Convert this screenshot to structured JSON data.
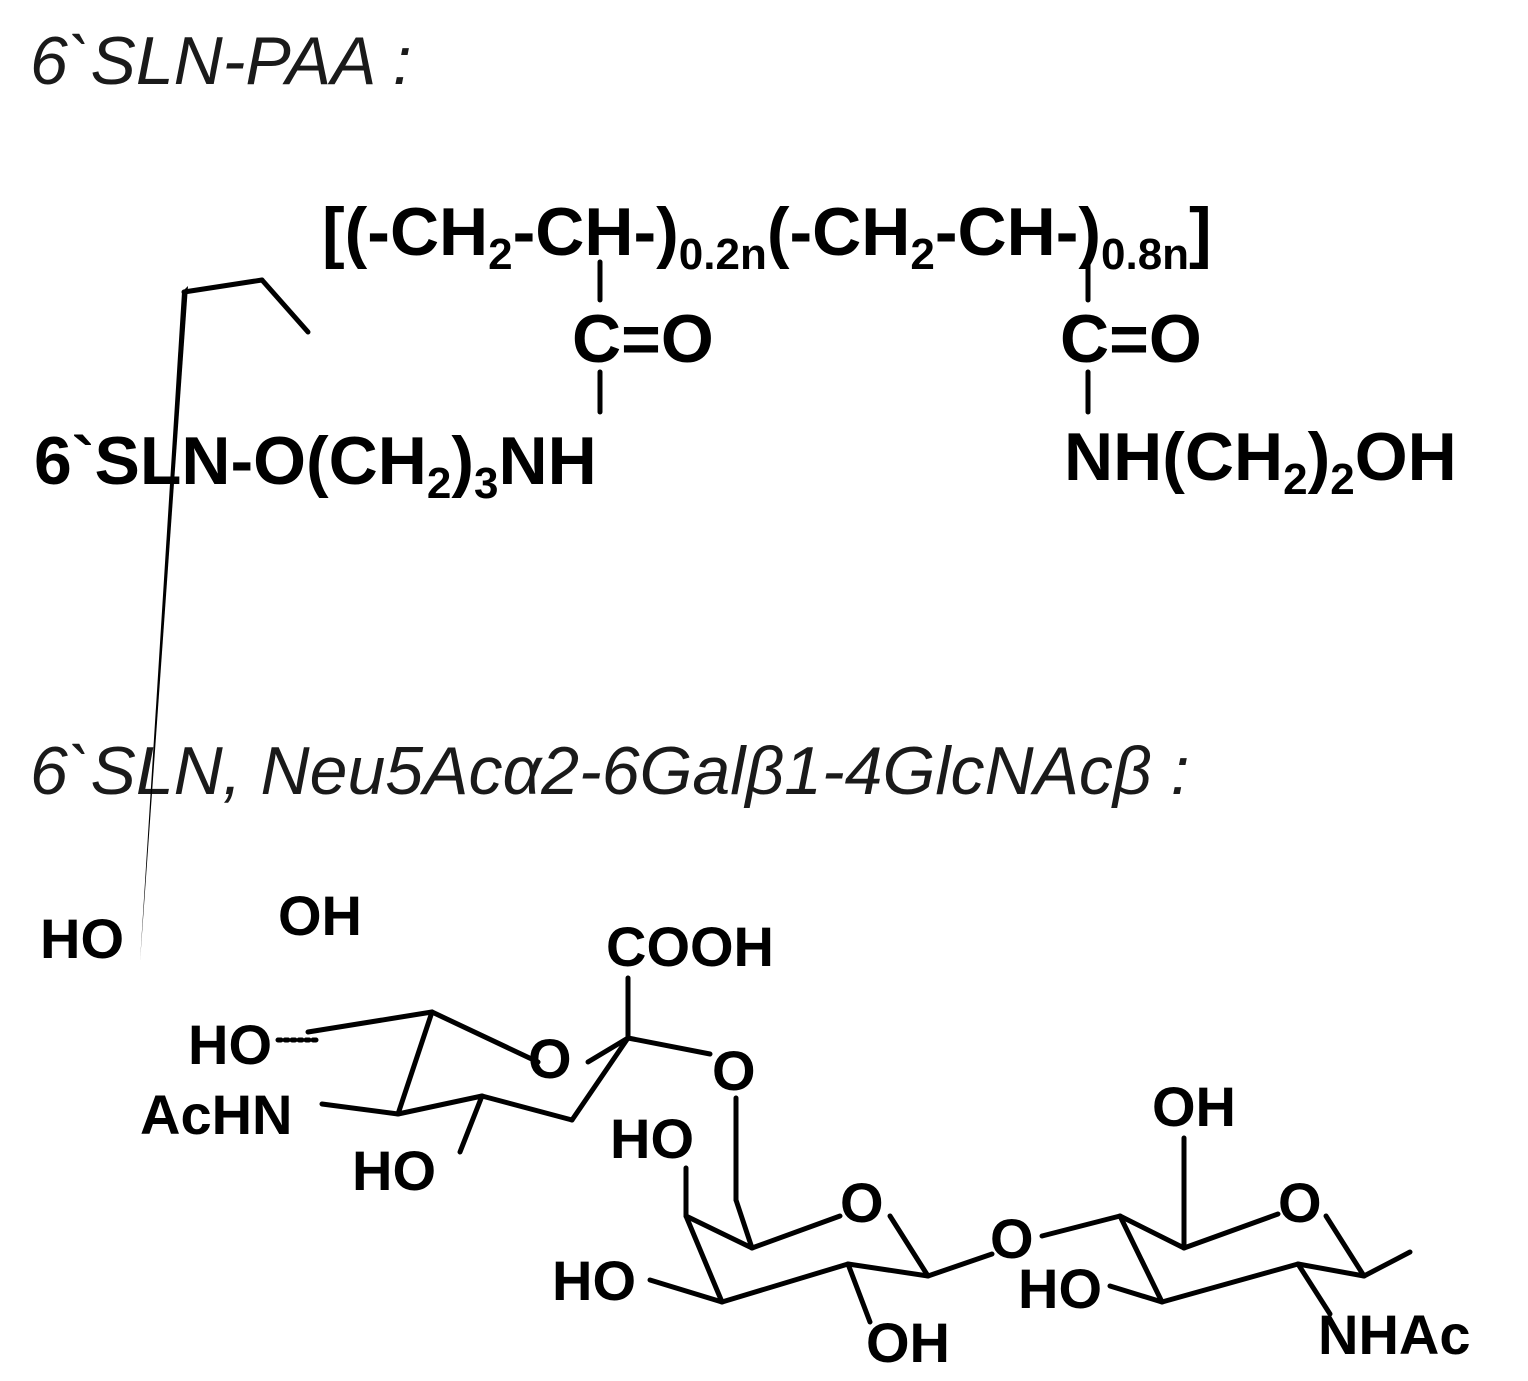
{
  "header": {
    "title_paa": "6`SLN-PAA :",
    "title_sln": "6`SLN,  Neu5Acα2-6Galβ1-4GlcNAcβ :"
  },
  "polymer": {
    "bracket_open": "[(",
    "ch2_a": "-CH",
    "ch2_a_sub": "2",
    "ch_a": "-CH-)",
    "sub_a": "0.2n",
    "paren_b": "(",
    "ch2_b": "-CH",
    "ch2_b_sub": "2",
    "ch_b": "-CH-)",
    "sub_b": "0.8n",
    "bracket_close": "]",
    "carbonyl_a": "C=O",
    "carbonyl_b": "C=O",
    "left_chain_1": "6`SLN-O(CH",
    "left_chain_sub1": "2",
    "left_chain_sub2": "3",
    "left_chain_2": "NH",
    "right_chain_1": "NH(CH",
    "right_chain_sub": "2",
    "right_chain_close": ")",
    "right_chain_sub2": "2",
    "right_chain_2": "OH"
  },
  "structure": {
    "labels": {
      "ho_top": "HO",
      "oh_top": "OH",
      "ho_mid": "HO",
      "cooh": "COOH",
      "o_ring1": "O",
      "o_link1": "O",
      "achn": "AcHN",
      "ho_ring1": "HO",
      "ho_gal_top": "HO",
      "o_ring2": "O",
      "o_link2": "O",
      "ho_gal_left": "HO",
      "oh_gal_bottom": "OH",
      "oh_glc_top": "OH",
      "o_ring3": "O",
      "ho_glc_left": "HO",
      "nhac": "NHAc"
    }
  }
}
